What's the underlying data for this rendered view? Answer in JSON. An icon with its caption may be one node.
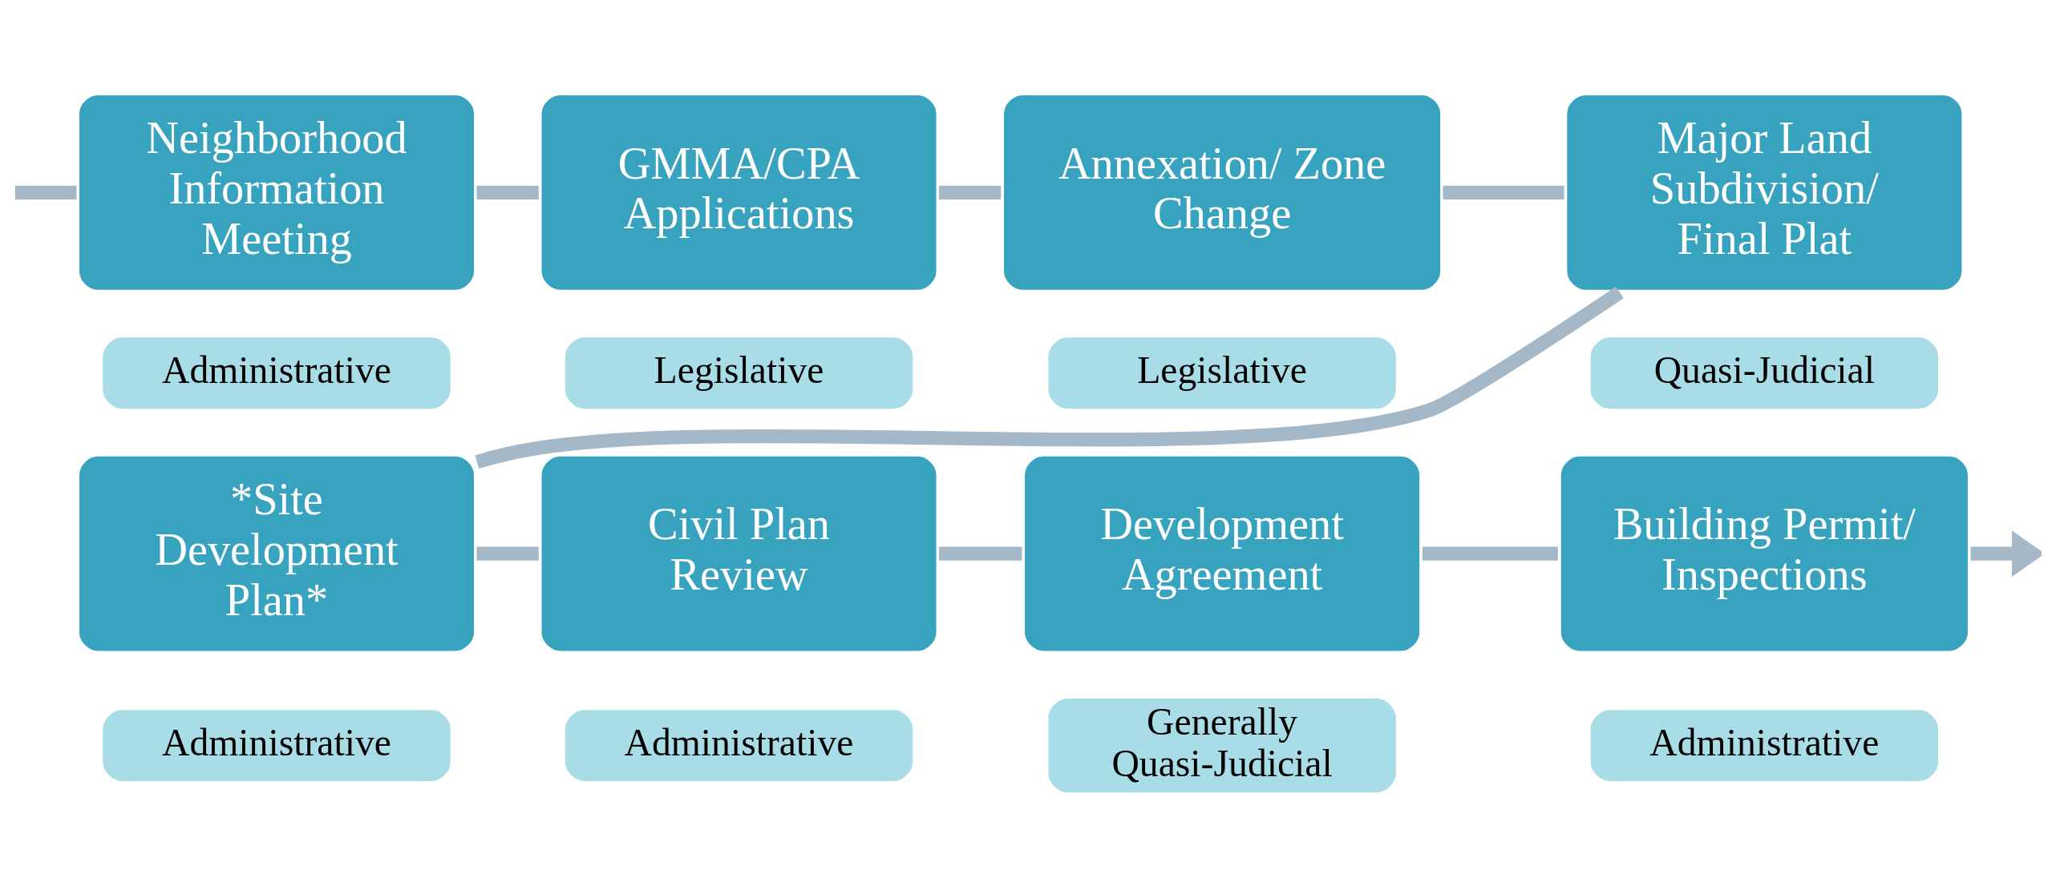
{
  "diagram": {
    "nodes": [
      {
        "text": [
          "Neighborhood Information Meeting"
        ]
      },
      {
        "text": [
          "Administrative"
        ]
      },
      {
        "text": [
          "GMMA/CPA Applications"
        ]
      },
      {
        "text": [
          "Legislative"
        ]
      },
      {
        "text": [
          "Annexation/ Zone Change"
        ]
      },
      {
        "text": [
          "Legislative"
        ]
      },
      {
        "text": [
          "Major Land Subdivision/ Final Plat"
        ]
      },
      {
        "text": [
          "Quasi-Judicial"
        ]
      },
      {
        "text": [
          "*Site Development Plan*"
        ]
      },
      {
        "text": [
          "Administrative"
        ]
      },
      {
        "text": [
          "Civil Plan Review"
        ]
      },
      {
        "text": [
          "Administrative"
        ]
      },
      {
        "text": [
          "Development Agreement"
        ]
      },
      {
        "text": [
          "Generally Quasi-Judicial"
        ]
      },
      {
        "text": [
          "Building Permit/ Inspections"
        ]
      },
      {
        "text": [
          "Administrative"
        ]
      }
    ],
    "edges": [
      {
        "from": null,
        "to": 0,
        "arrow": "none"
      },
      {
        "from": 0,
        "to": 2,
        "arrow": "none"
      },
      {
        "from": 2,
        "to": 4,
        "arrow": "none"
      },
      {
        "from": 4,
        "to": 6,
        "arrow": "none"
      },
      {
        "from": 6,
        "to": 8,
        "arrow": "none"
      },
      {
        "from": 8,
        "to": 10,
        "arrow": "none"
      },
      {
        "from": 10,
        "to": 12,
        "arrow": "none"
      },
      {
        "from": 12,
        "to": 14,
        "arrow": "none"
      },
      {
        "from": 14,
        "to": null,
        "arrow": "to"
      }
    ]
  }
}
